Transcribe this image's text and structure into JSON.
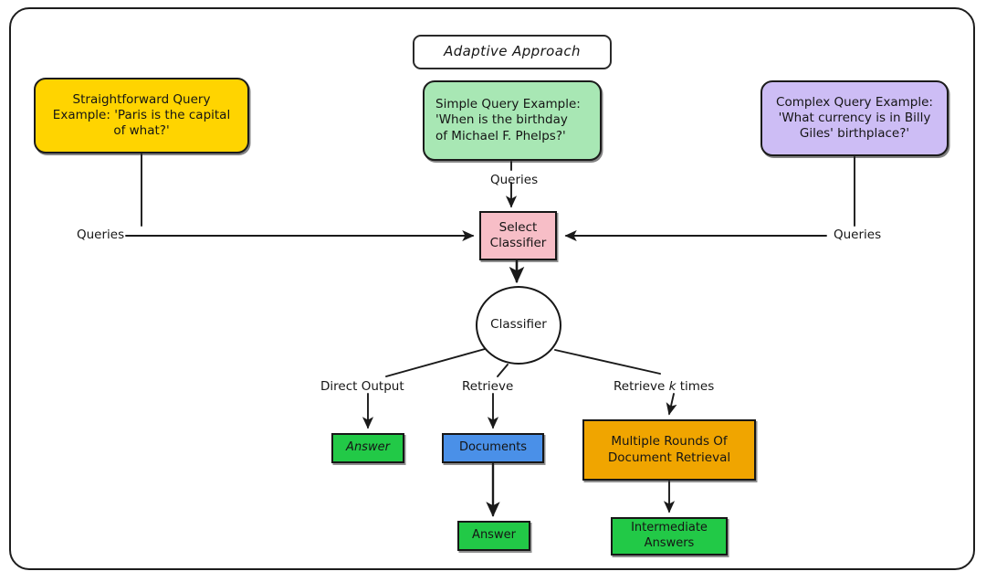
{
  "diagram": {
    "title": "Adaptive Approach",
    "frame_border_color": "#1d1d1d",
    "background": "#ffffff"
  },
  "nodes": {
    "straightforward_query": {
      "label": "Straightforward Query\nExample: 'Paris is the capital\nof what?'",
      "color": "#FFD400",
      "shape": "rounded-rect"
    },
    "simple_query": {
      "label": "Simple Query Example:\n'When is the birthday\nof Michael F. Phelps?'",
      "color": "#A8E7B4",
      "shape": "rounded-rect"
    },
    "complex_query": {
      "label": "Complex Query Example:\n'What currency is in Billy\nGiles' birthplace?'",
      "color": "#CDBDF5",
      "shape": "rounded-rect"
    },
    "select_classifier": {
      "label": "Select\nClassifier",
      "color": "#F7BEC7",
      "shape": "rect"
    },
    "classifier": {
      "label": "Classifier",
      "color": "#ffffff",
      "shape": "circle"
    },
    "answer_direct": {
      "label": "Answer",
      "color": "#22C947",
      "shape": "rect"
    },
    "documents": {
      "label": "Documents",
      "color": "#4A90E8",
      "shape": "rect"
    },
    "multiple_rounds": {
      "label": "Multiple Rounds Of\nDocument Retrieval",
      "color": "#F0A500",
      "shape": "rect"
    },
    "answer_retrieve": {
      "label": "Answer",
      "color": "#22C947",
      "shape": "rect"
    },
    "intermediate_answers": {
      "label": "Intermediate\nAnswers",
      "color": "#22C947",
      "shape": "rect"
    }
  },
  "edges": {
    "queries_left": "Queries",
    "queries_top": "Queries",
    "queries_right": "Queries",
    "direct_output": "Direct Output",
    "retrieve": "Retrieve",
    "retrieve_k_prefix": "Retrieve ",
    "retrieve_k_var": "k",
    "retrieve_k_suffix": " times"
  }
}
